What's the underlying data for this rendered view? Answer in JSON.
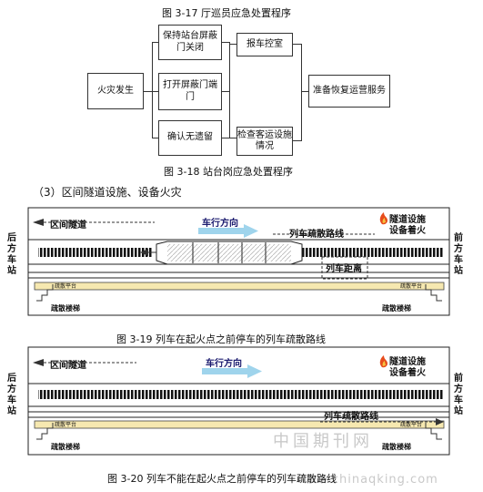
{
  "fig17_caption": "图 3-17  厅巡员应急处置程序",
  "fig18": {
    "start": "火灾发生",
    "col1": [
      "保持站台屏蔽门关闭",
      "打开屏蔽门端门",
      "确认无遗留"
    ],
    "col2": [
      "报车控室",
      "检查客运设施情况"
    ],
    "end": "准备恢复运营服务"
  },
  "fig18_caption": "图 3-18  站台岗应急处置程序",
  "section_heading": "（3）区间隧道设施、设备火灾",
  "fig19": {
    "rear_station": "后方车站",
    "front_station": "前方车站",
    "tunnel": "区间隧道",
    "direction": "车行方向",
    "evac_route": "列车疏散路线",
    "fire": "隧道设施设备着火",
    "train_distance": "列车距离",
    "platform": "疏散平台",
    "stairs": "疏散楼梯"
  },
  "fig19_caption": "图 3-19  列车在起火点之前停车的列车疏散路线",
  "fig20": {
    "rear_station": "后方车站",
    "front_station": "前方车站",
    "tunnel": "区间隧道",
    "direction": "车行方向",
    "evac_route": "列车疏散路线",
    "fire": "隧道设施设备着火",
    "platform": "疏散平台",
    "stairs": "疏散楼梯"
  },
  "fig20_caption": "图 3-20  列车不能在起火点之前停车的列车疏散路线",
  "watermark": {
    "line1": "中国期刊网",
    "line2": "www.chinaqking.com"
  }
}
